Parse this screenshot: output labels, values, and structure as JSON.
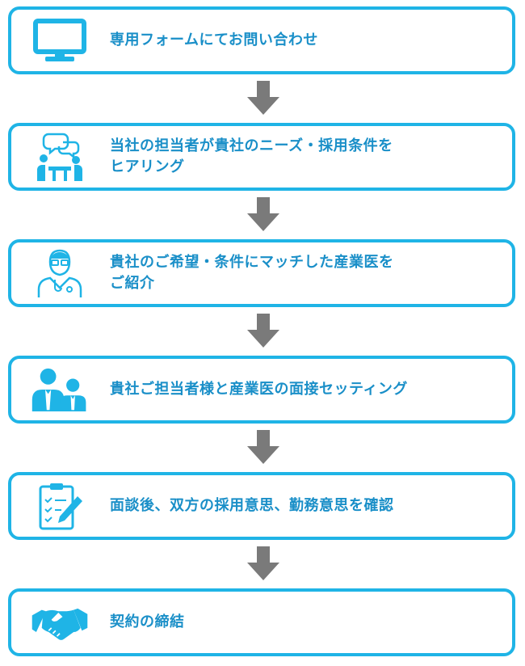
{
  "colors": {
    "accent": "#1fb4e6",
    "text": "#1a8fc8",
    "arrow": "#7a7a7a"
  },
  "steps": [
    {
      "label": "専用フォームにてお問い合わせ",
      "icon": "monitor-icon"
    },
    {
      "label": "当社の担当者が貴社のニーズ・採用条件を\nヒアリング",
      "icon": "meeting-icon"
    },
    {
      "label": "貴社のご希望・条件にマッチした産業医を\nご紹介",
      "icon": "doctor-icon"
    },
    {
      "label": "貴社ご担当者様と産業医の面接セッティング",
      "icon": "two-people-icon"
    },
    {
      "label": "面談後、双方の採用意思、勤務意思を確認",
      "icon": "clipboard-checklist-icon"
    },
    {
      "label": "契約の締結",
      "icon": "handshake-icon"
    }
  ]
}
